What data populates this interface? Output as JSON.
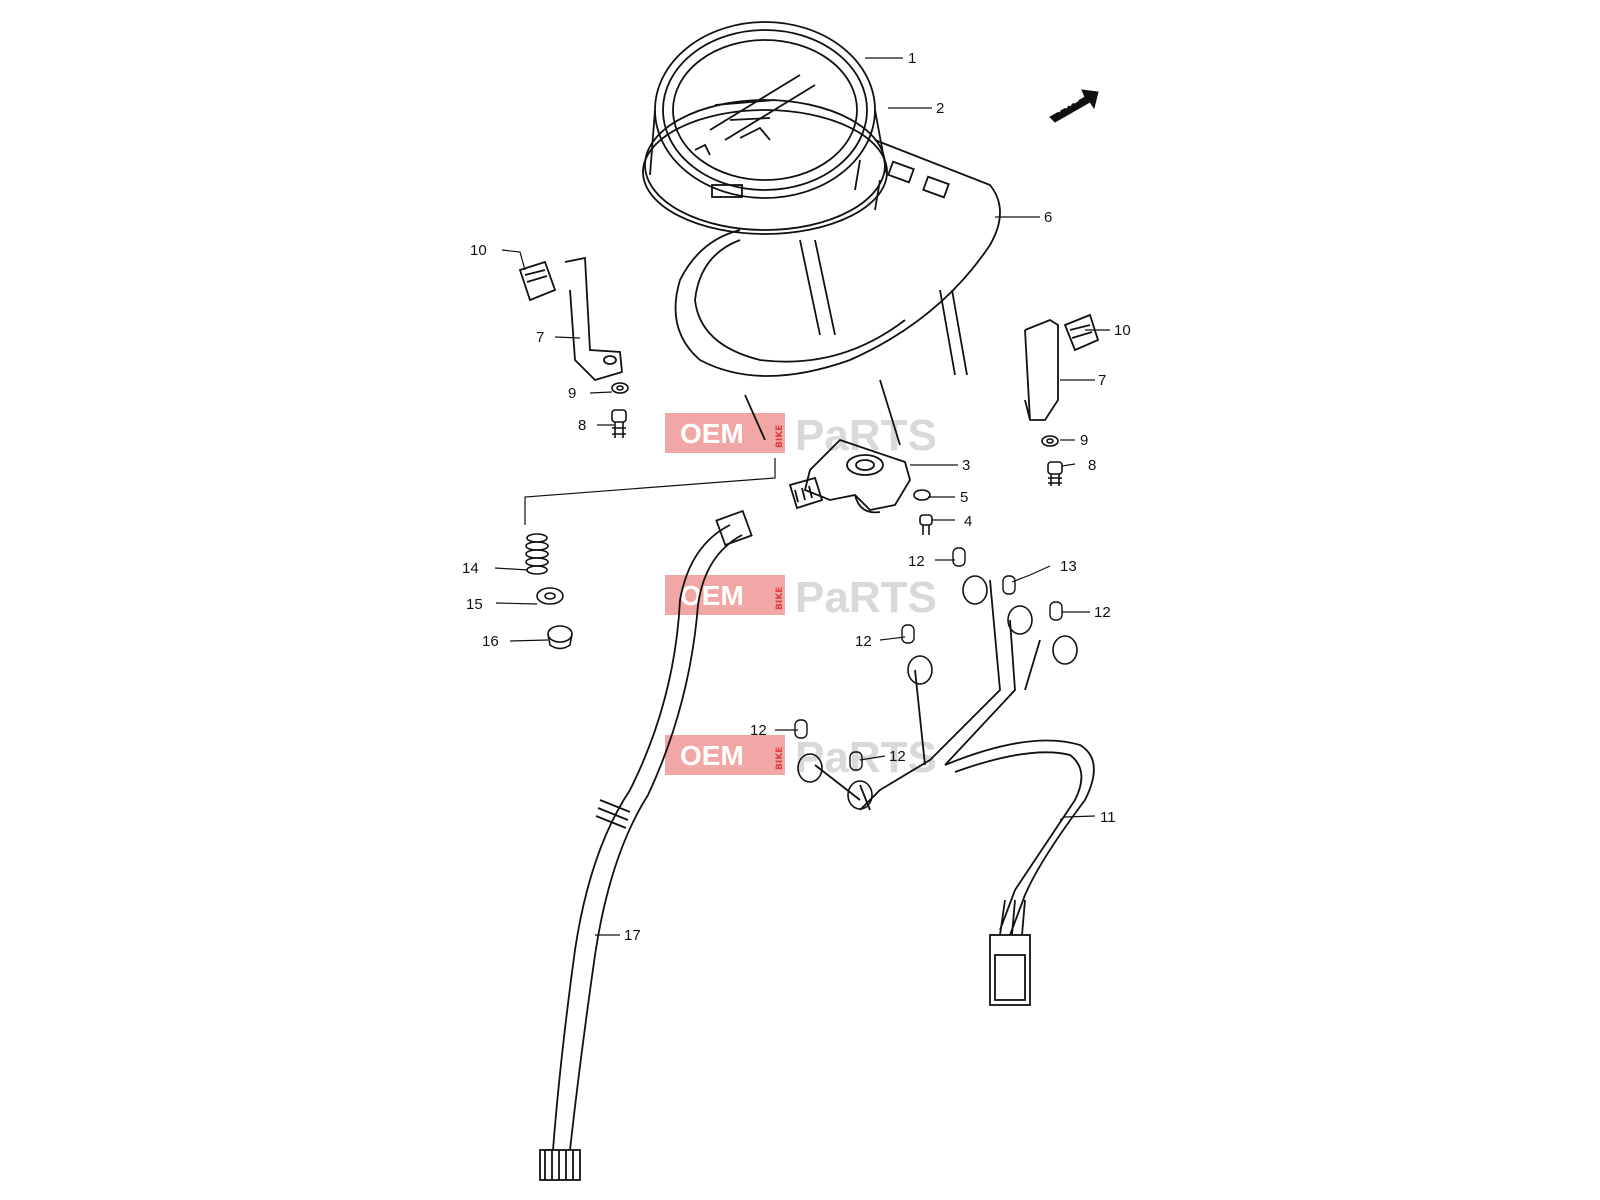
{
  "diagram": {
    "fwd_label": "FWD",
    "parts": [
      {
        "ref": "1"
      },
      {
        "ref": "2"
      },
      {
        "ref": "3"
      },
      {
        "ref": "4"
      },
      {
        "ref": "5"
      },
      {
        "ref": "6"
      },
      {
        "ref": "7"
      },
      {
        "ref": "7"
      },
      {
        "ref": "8"
      },
      {
        "ref": "8"
      },
      {
        "ref": "9"
      },
      {
        "ref": "9"
      },
      {
        "ref": "10"
      },
      {
        "ref": "10"
      },
      {
        "ref": "11"
      },
      {
        "ref": "12"
      },
      {
        "ref": "12"
      },
      {
        "ref": "12"
      },
      {
        "ref": "12"
      },
      {
        "ref": "12"
      },
      {
        "ref": "13"
      },
      {
        "ref": "14"
      },
      {
        "ref": "15"
      },
      {
        "ref": "16"
      },
      {
        "ref": "17"
      }
    ]
  },
  "watermark": {
    "oem": "OEM",
    "bike": "BIKE",
    "parts": "PaRTS"
  },
  "colors": {
    "line": "#111111",
    "watermark_red": "#e23b3b",
    "watermark_gray": "#d9d9d9"
  }
}
